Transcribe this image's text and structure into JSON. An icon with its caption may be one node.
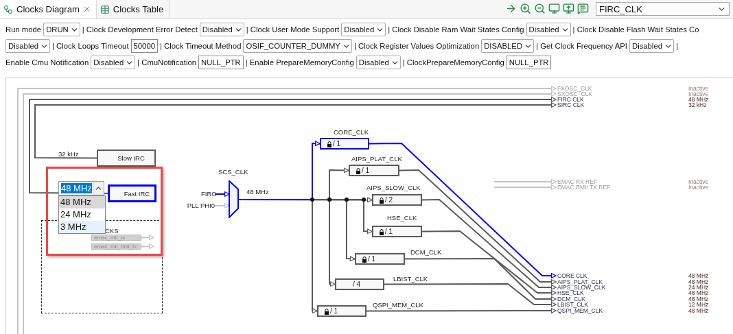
{
  "diagram": {
    "nodes": [
      {
        "text": [
          "Slow IRC"
        ],
        "beside": [
          "32 kHz"
        ]
      },
      {
        "text": [
          "Fast IRC"
        ]
      },
      {
        "text": [
          "CKS"
        ]
      },
      {
        "text": [
          "emac_mii_rx"
        ],
        "in": 2
      },
      {
        "text": [
          "emac_mii_rmii_tx"
        ],
        "in": 2
      },
      {
        "text": [
          "SCS_CLK"
        ]
      },
      {
        "text": [
          "FIRC"
        ]
      },
      {
        "text": [
          "PLL PHI0"
        ]
      },
      {
        "text": [
          "CORE_CLK",
          "/ 1"
        ]
      },
      {
        "text": [
          "AIPS_PLAT_CLK",
          "/ 1"
        ]
      },
      {
        "text": [
          "AIPS_SLOW_CLK",
          "/ 2"
        ]
      },
      {
        "text": [
          "HSE_CLK",
          "/ 1"
        ]
      },
      {
        "text": [
          "DCM_CLK",
          "/ 1"
        ]
      },
      {
        "text": [
          "LBIST_CLK",
          "/ 4"
        ]
      },
      {
        "text": [
          "QSPI_MEM_CLK",
          "/ 1"
        ]
      },
      {
        "text": [
          "FXOSC_CLK"
        ],
        "beside": [
          "Inactive"
        ]
      },
      {
        "text": [
          "SXOSC_CLK"
        ],
        "beside": [
          "Inactive"
        ]
      },
      {
        "text": [
          "FIRC CLK"
        ],
        "beside": [
          "48 MHz"
        ]
      },
      {
        "text": [
          "SIRC CLK"
        ],
        "beside": [
          "32 kHz"
        ]
      },
      {
        "text": [
          "EMAC RX REF"
        ],
        "beside": [
          "Inactive"
        ]
      },
      {
        "text": [
          "EMAC RMII TX REF"
        ],
        "beside": [
          "Inactive"
        ]
      },
      {
        "text": [
          "CORE CLK"
        ],
        "beside": [
          "48 MHz"
        ]
      },
      {
        "text": [
          "AIPS_PLAT_CLK"
        ],
        "beside": [
          "48 MHz"
        ]
      },
      {
        "text": [
          "AIPS_SLOW_CLK"
        ],
        "beside": [
          "24 MHz"
        ]
      },
      {
        "text": [
          "HSE_CLK"
        ],
        "beside": [
          "48 MHz"
        ]
      },
      {
        "text": [
          "DCM_CLK"
        ],
        "beside": [
          "48 MHz"
        ]
      },
      {
        "text": [
          "LBIST_CLK"
        ],
        "beside": [
          "12 MHz"
        ]
      },
      {
        "text": [
          "QSPI_MEM_CLK"
        ],
        "beside": [
          "48 MHz"
        ]
      }
    ],
    "edges": [
      {
        "from": null,
        "to": 15,
        "arrow": "to",
        "color": "#c4c4c4"
      },
      {
        "from": null,
        "to": 16,
        "arrow": "to",
        "color": "#c4c4c4"
      },
      {
        "from": 1,
        "to": 17,
        "arrow": "to"
      },
      {
        "from": 0,
        "to": 18,
        "arrow": "to"
      },
      {
        "from": 3,
        "to": null,
        "arrow": "to",
        "color": "#c4c4c4"
      },
      {
        "from": 4,
        "to": null,
        "arrow": "to",
        "color": "#c4c4c4"
      },
      {
        "from": null,
        "to": 19,
        "arrow": "to",
        "color": "#c4c4c4"
      },
      {
        "from": null,
        "to": 20,
        "arrow": "to",
        "color": "#c4c4c4"
      },
      {
        "from": 6,
        "to": 5,
        "arrow": "to",
        "color": "#0000ff"
      },
      {
        "from": 7,
        "to": 5,
        "arrow": "to",
        "color": "#c4c4c4"
      },
      {
        "from": 5,
        "to": 8,
        "arrow": "to",
        "label": "48 MHz",
        "color": "#0000ff"
      },
      {
        "from": 5,
        "to": 9,
        "arrow": "to"
      },
      {
        "from": 5,
        "to": 10,
        "arrow": "to"
      },
      {
        "from": 5,
        "to": 11,
        "arrow": "to"
      },
      {
        "from": 5,
        "to": 12,
        "arrow": "to"
      },
      {
        "from": 5,
        "to": 13,
        "arrow": "to"
      },
      {
        "from": 5,
        "to": 14,
        "arrow": "to"
      },
      {
        "from": 8,
        "to": 21,
        "arrow": "to",
        "color": "#0000ff"
      },
      {
        "from": 9,
        "to": 22,
        "arrow": "to"
      },
      {
        "from": 10,
        "to": 23,
        "arrow": "to"
      },
      {
        "from": 11,
        "to": 24,
        "arrow": "to"
      },
      {
        "from": 12,
        "to": 25,
        "arrow": "to"
      },
      {
        "from": 13,
        "to": 26,
        "arrow": "to"
      },
      {
        "from": 14,
        "to": 27,
        "arrow": "to"
      }
    ],
    "labels": [
      "Clocks Diagram",
      "Clocks Table",
      "FIRC_CLK",
      "Run mode",
      "DRUN",
      "| Clock Development Error Detect",
      "Disabled",
      "| Clock User Mode Support",
      "Disabled",
      "| Clock Disable Ram Wait States Config",
      "Disabled",
      "| Clock Disable Flash Wait States Co",
      "Disabled",
      "| Clock Loops Timeout",
      "50000",
      "| Clock Timeout Method",
      "OSIF_COUNTER_DUMMY",
      "| Clock Register Values Optimization",
      "DISABLED",
      "| Get Clock Frequency API",
      "Disabled",
      "|",
      "Enable Cmu Notification",
      "Disabled",
      "| CmuNotification",
      "NULL_PTR",
      "| Enable PrepareMemoryConfig",
      "Disabled",
      "| ClockPrepareMemoryConfig",
      "NULL_PTR",
      "48 MHz",
      "48 MHz",
      "24 MHz",
      "3 MHz"
    ]
  }
}
